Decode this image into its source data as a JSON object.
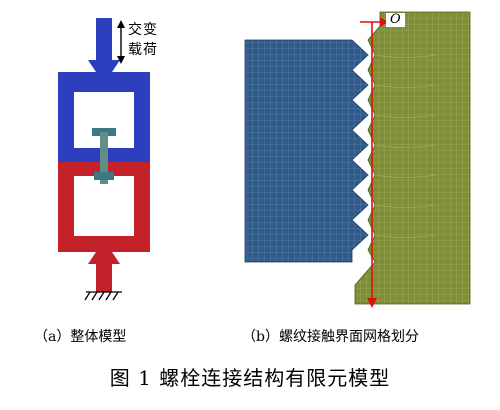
{
  "figure": {
    "title": "图 1  螺栓连接结构有限元模型",
    "panel_a": {
      "caption": "（a）整体模型",
      "load_label_line1": "交变",
      "load_label_line2": "载荷"
    },
    "panel_b": {
      "caption": "（b）螺纹接触界面网格划分",
      "origin_label": "O"
    }
  },
  "colors": {
    "blue_part": "#2d3fbf",
    "red_part": "#c4222a",
    "bolt": "#3a7a86",
    "mesh_blue": "#2f5a8c",
    "mesh_green": "#7f8f38",
    "axis_red": "#e01010"
  }
}
